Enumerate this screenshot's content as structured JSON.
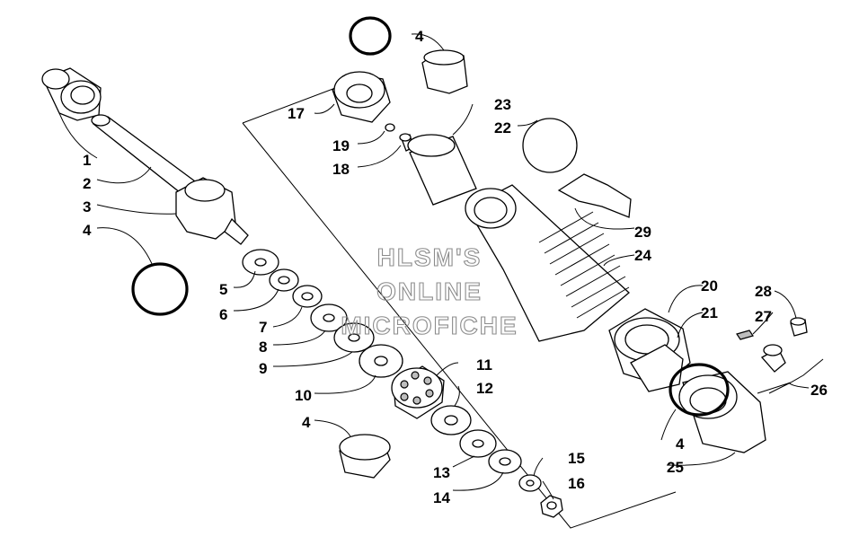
{
  "watermark": [
    "HLSM'S",
    "ONLINE",
    "MICROFICHE"
  ],
  "callouts": [
    "1",
    "2",
    "3",
    "4",
    "4",
    "4",
    "4",
    "5",
    "6",
    "7",
    "8",
    "9",
    "10",
    "11",
    "12",
    "13",
    "14",
    "15",
    "16",
    "17",
    "18",
    "19",
    "20",
    "21",
    "22",
    "23",
    "24",
    "25",
    "26",
    "27",
    "28",
    "29"
  ]
}
